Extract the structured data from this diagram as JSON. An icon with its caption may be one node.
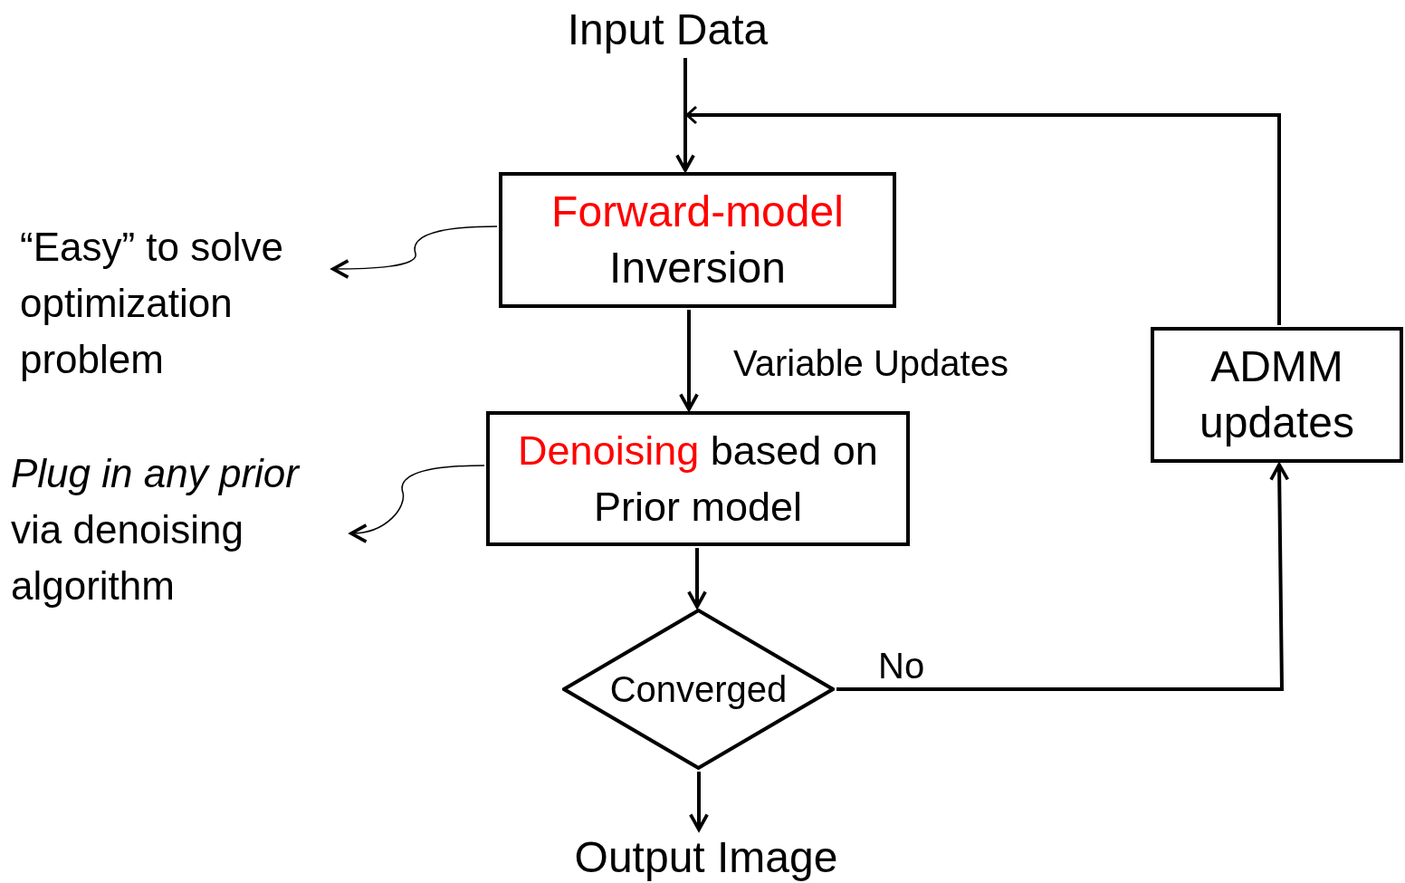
{
  "diagram": {
    "nodes": [
      {
        "text": [
          "Input Data"
        ]
      },
      {
        "text": [
          "Forward-model",
          "Inversion"
        ]
      },
      {
        "text": [
          "Denoising",
          "based on Prior model"
        ]
      },
      {
        "text": [
          "Converged"
        ]
      },
      {
        "text": [
          "Output Image"
        ]
      },
      {
        "text": [
          "ADMM updates"
        ]
      },
      {
        "text": [
          "“Easy” to solve optimization problem"
        ]
      },
      {
        "text": [
          "*Plug in any prior* via denoising algorithm"
        ]
      }
    ],
    "edges": [
      {
        "from": 0,
        "to": 1,
        "arrow": "to"
      },
      {
        "from": 5,
        "to": 1,
        "arrow": "to"
      },
      {
        "from": 1,
        "to": 2,
        "arrow": "to",
        "label": "Variable Updates"
      },
      {
        "from": 2,
        "to": 3,
        "arrow": "to"
      },
      {
        "from": 3,
        "to": 4,
        "arrow": "to"
      },
      {
        "from": 3,
        "to": 5,
        "arrow": "to",
        "label": "No"
      },
      {
        "from": 1,
        "to": 6,
        "arrow": "to"
      },
      {
        "from": 2,
        "to": 7,
        "arrow": "to"
      }
    ]
  }
}
